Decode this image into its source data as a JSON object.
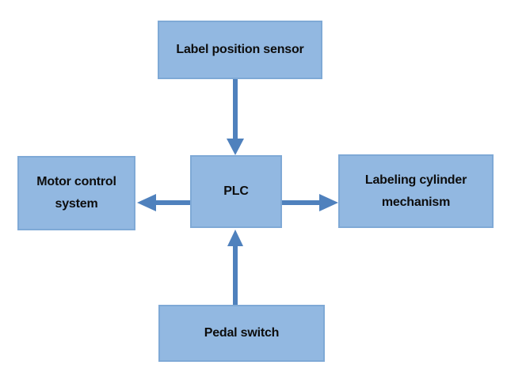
{
  "diagram": {
    "type": "block-diagram",
    "nodes": {
      "label_position_sensor": {
        "label": "Label position sensor"
      },
      "motor_control_system": {
        "label": "Motor control system"
      },
      "plc": {
        "label": "PLC"
      },
      "labeling_cylinder_mechanism": {
        "label": "Labeling cylinder mechanism"
      },
      "pedal_switch": {
        "label": "Pedal switch"
      }
    },
    "edges": [
      {
        "from": "label_position_sensor",
        "to": "plc",
        "direction": "down"
      },
      {
        "from": "plc",
        "to": "motor_control_system",
        "direction": "left"
      },
      {
        "from": "plc",
        "to": "labeling_cylinder_mechanism",
        "direction": "right"
      },
      {
        "from": "pedal_switch",
        "to": "plc",
        "direction": "up"
      }
    ],
    "colors": {
      "background": "#ffffff",
      "node_fill": "#92b8e1",
      "node_border": "#7fa9d6",
      "arrow": "#4f81bd",
      "text": "#0d0d0d"
    }
  }
}
